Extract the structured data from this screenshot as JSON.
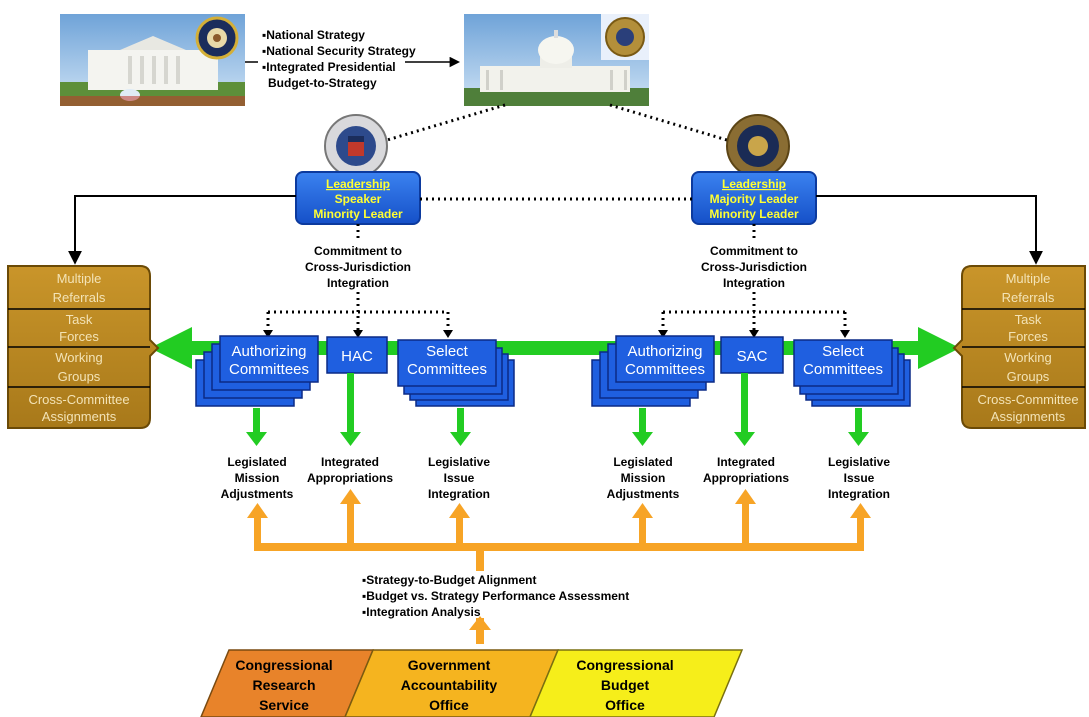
{
  "white_house_bullets": [
    "▪National Strategy",
    "▪National Security Strategy",
    "▪Integrated Presidential",
    "Budget-to-Strategy"
  ],
  "seals": {
    "president_seal": "seal-icon",
    "senate_seal": "seal-icon",
    "house_seal": "seal-icon",
    "capitol_seal": "seal-icon"
  },
  "left_leadership": {
    "title": "Leadership",
    "line1": "Speaker",
    "line2": "Minority Leader"
  },
  "right_leadership": {
    "title": "Leadership",
    "line1": "Majority Leader",
    "line2": "Minority Leader"
  },
  "commitment": {
    "line1": "Commitment to",
    "line2": "Cross-Jurisdiction",
    "line3": "Integration"
  },
  "side_box": {
    "row1a": "Multiple",
    "row1b": "Referrals",
    "row2a": "Task",
    "row2b": "Forces",
    "row3a": "Working",
    "row3b": "Groups",
    "row4a": "Cross-Committee",
    "row4b": "Assignments"
  },
  "committees": {
    "authorizing_a": "Authorizing",
    "authorizing_b": "Committees",
    "hac": "HAC",
    "sac": "SAC",
    "select_a": "Select",
    "select_b": "Committees"
  },
  "outputs": {
    "legislated_a": "Legislated",
    "legislated_b": "Mission",
    "legislated_c": "Adjustments",
    "integrated_a": "Integrated",
    "integrated_b": "Appropriations",
    "issue_a": "Legislative",
    "issue_b": "Issue",
    "issue_c": "Integration"
  },
  "support_bullets": [
    "▪Strategy-to-Budget Alignment",
    "▪Budget vs. Strategy Performance Assessment",
    "▪Integration Analysis"
  ],
  "agencies": {
    "crs_a": "Congressional",
    "crs_b": "Research",
    "crs_c": "Service",
    "gao_a": "Government",
    "gao_b": "Accountability",
    "gao_c": "Office",
    "cbo_a": "Congressional",
    "cbo_b": "Budget",
    "cbo_c": "Office"
  },
  "colors": {
    "blue": "#1f5fe0",
    "green": "#22cc22",
    "orange": "#f7a426",
    "gold": "#b8860b",
    "leadership_yellow": "#ffff33"
  }
}
